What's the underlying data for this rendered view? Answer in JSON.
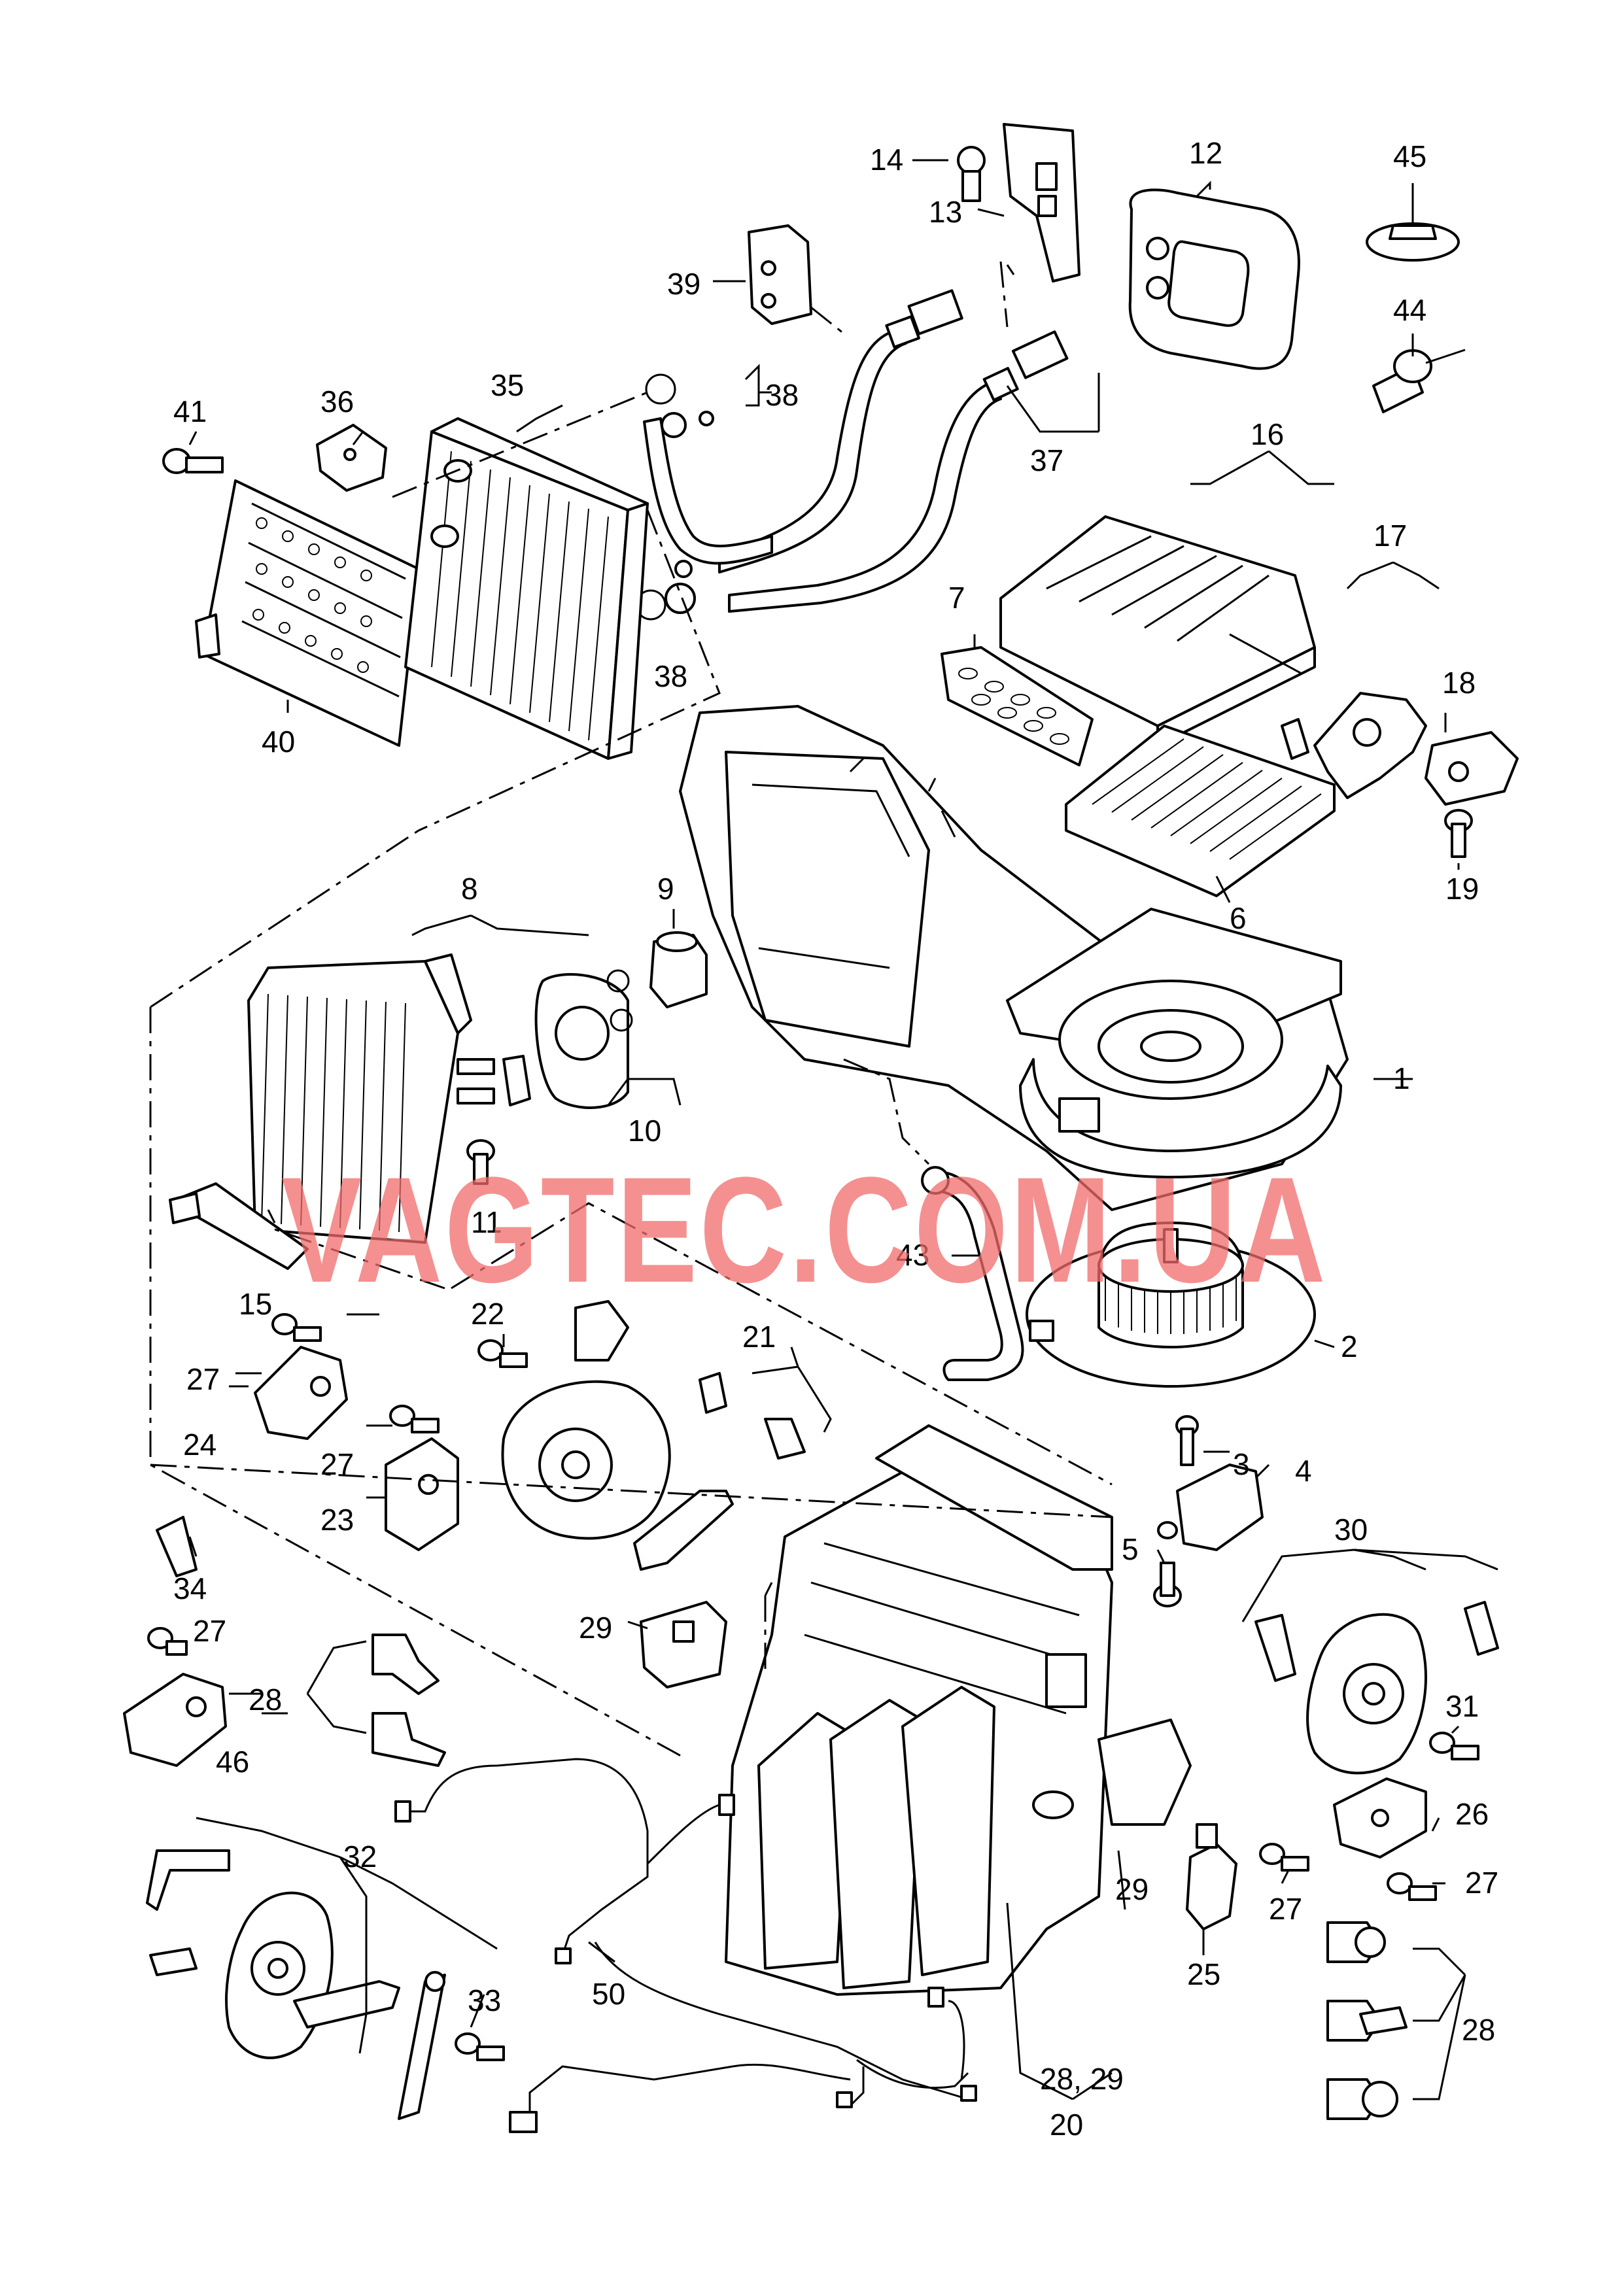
{
  "watermark": "VAGTEC.COM.UA",
  "labels": {
    "l1": "1",
    "l2": "2",
    "l3": "3",
    "l4": "4",
    "l5": "5",
    "l6": "6",
    "l7": "7",
    "l8": "8",
    "l9": "9",
    "l10": "10",
    "l11": "11",
    "l12": "12",
    "l13": "13",
    "l14": "14",
    "l15": "15",
    "l16": "16",
    "l17": "17",
    "l18": "18",
    "l19": "19",
    "l20": "20",
    "l21": "21",
    "l22": "22",
    "l23": "23",
    "l24": "24",
    "l25": "25",
    "l26": "26",
    "l27a": "27",
    "l27b": "27",
    "l27c": "27",
    "l27d": "27",
    "l27e": "27",
    "l28a": "28",
    "l28b": "28",
    "l28_29": "28, 29",
    "l29a": "29",
    "l29b": "29",
    "l30": "30",
    "l31": "31",
    "l32": "32",
    "l33": "33",
    "l34": "34",
    "l35": "35",
    "l36": "36",
    "l37": "37",
    "l38a": "38",
    "l38b": "38",
    "l39": "39",
    "l40": "40",
    "l41": "41",
    "l43": "43",
    "l44": "44",
    "l45": "45",
    "l46": "46",
    "l50": "50"
  }
}
